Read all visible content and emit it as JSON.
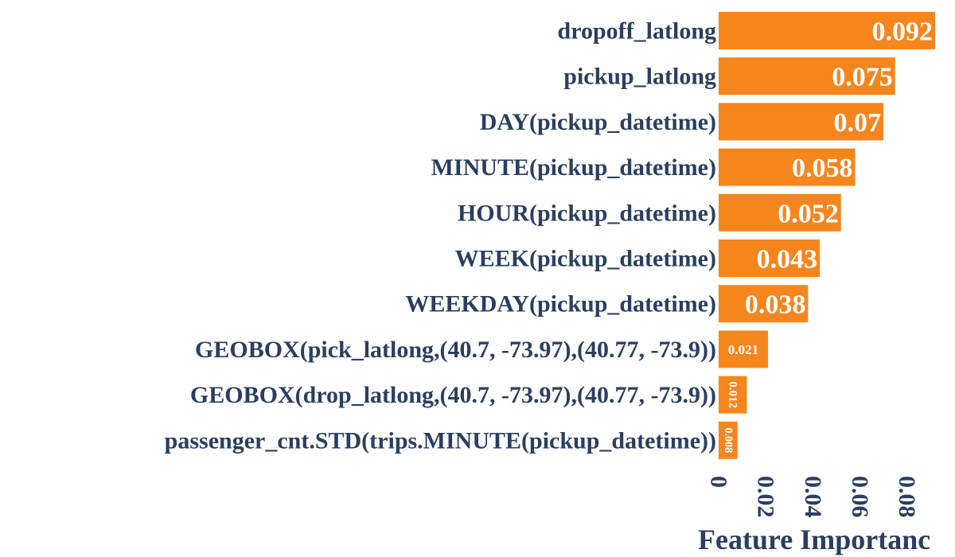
{
  "chart_data": {
    "type": "bar",
    "orientation": "horizontal",
    "categories": [
      "dropoff_latlong",
      "pickup_latlong",
      "DAY(pickup_datetime)",
      "MINUTE(pickup_datetime)",
      "HOUR(pickup_datetime)",
      "WEEK(pickup_datetime)",
      "WEEKDAY(pickup_datetime)",
      "GEOBOX(pick_latlong,(40.7, -73.97),(40.77, -73.9))",
      "GEOBOX(drop_latlong,(40.7, -73.97),(40.77, -73.9))",
      "passenger_cnt.STD(trips.MINUTE(pickup_datetime))"
    ],
    "values": [
      0.092,
      0.075,
      0.07,
      0.058,
      0.052,
      0.043,
      0.038,
      0.021,
      0.012,
      0.008
    ],
    "data_labels": [
      "0.092",
      "0.075",
      "0.07",
      "0.058",
      "0.052",
      "0.043",
      "0.038",
      "0.021",
      "0.012",
      "0.008"
    ],
    "xticks": [
      0,
      0.02,
      0.04,
      0.06,
      0.08
    ],
    "xtick_labels": [
      "0",
      "0.02",
      "0.04",
      "0.06",
      "0.08"
    ],
    "xlabel": "Feature Importanc",
    "title": "",
    "xlim": [
      0,
      0.092
    ],
    "grid": false,
    "colors": {
      "bar": "#f5861e",
      "text": "#2a3f5f",
      "bar_text": "#ffffff"
    }
  }
}
